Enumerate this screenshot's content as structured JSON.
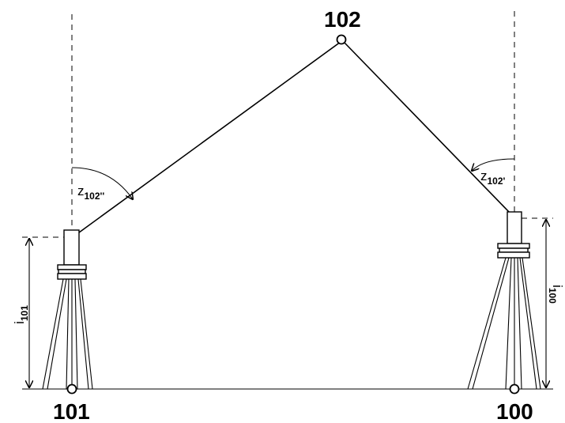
{
  "points": {
    "top": "102",
    "left": "101",
    "right": "100"
  },
  "angles": {
    "left": {
      "symbol": "z",
      "sub": "102''"
    },
    "right": {
      "symbol": "z",
      "sub": "102'"
    }
  },
  "heights": {
    "left": {
      "symbol": "i",
      "sub": "101"
    },
    "right": {
      "symbol": "i",
      "sub": "100"
    }
  }
}
